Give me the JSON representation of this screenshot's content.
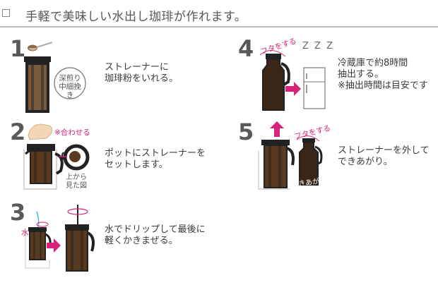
{
  "header": {
    "title": "手軽で美味しい水出し珈琲が作れます。"
  },
  "steps": [
    {
      "number": "1",
      "text": "ストレーナーに\n珈琲粉をいれる。",
      "badge": "深煎り\n中細挽き"
    },
    {
      "number": "2",
      "text": "ポットにストレーナーを\nセットします。",
      "note_align": "※合わせる",
      "note_view": "上から\n見た図"
    },
    {
      "number": "3",
      "text": "水でドリップして最後に\n軽くかきまぜる。",
      "label_water": "水"
    },
    {
      "number": "4",
      "text": "冷蔵庫で約8時間\n抽出する。\n※抽出時間は目安です",
      "label_lid": "フタをする",
      "zzz": "Z Z Z"
    },
    {
      "number": "5",
      "text": "ストレーナーを外して\nできあがり。",
      "label_lid": "フタをする",
      "label_done": "できあがり"
    }
  ],
  "colors": {
    "accent": "#d8237a",
    "coffee": "#5a3a1e",
    "grounds": "#8b6a4a",
    "dark": "#1e1e1e"
  }
}
